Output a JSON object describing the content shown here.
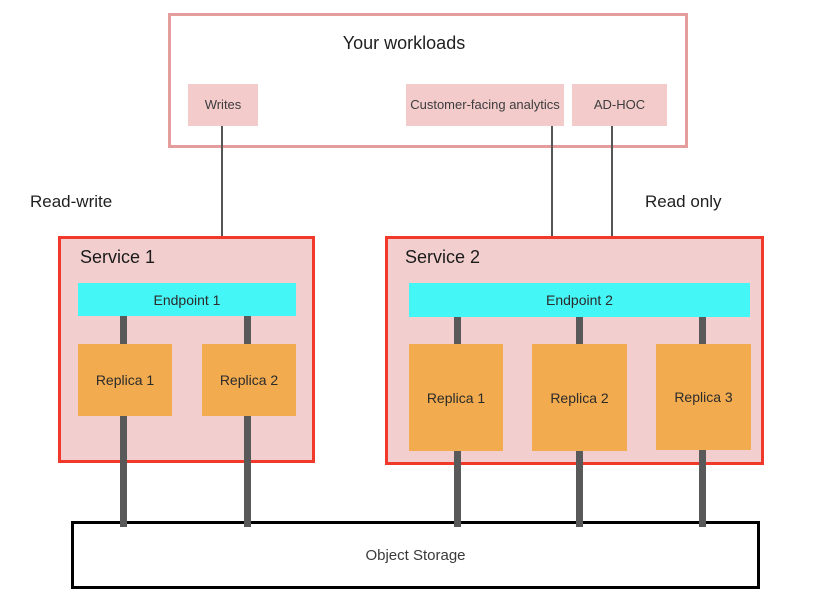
{
  "workloads": {
    "title": "Your workloads",
    "chips": [
      {
        "label": "Writes"
      },
      {
        "label": "Customer-facing analytics"
      },
      {
        "label": "AD-HOC"
      }
    ]
  },
  "side_labels": {
    "left": "Read-write",
    "right": "Read only"
  },
  "services": [
    {
      "name": "Service 1",
      "endpoint": "Endpoint 1",
      "replicas": [
        "Replica 1",
        "Replica 2"
      ]
    },
    {
      "name": "Service 2",
      "endpoint": "Endpoint 2",
      "replicas": [
        "Replica 1",
        "Replica 2",
        "Replica 3"
      ]
    }
  ],
  "storage": {
    "label": "Object Storage"
  },
  "icons": {
    "arrow_down": "down-arrow"
  },
  "colors": {
    "workloads_border": "#e59c9c",
    "chip_fill": "#f3cbcb",
    "service_fill": "#f2cfce",
    "service_border": "#f0392b",
    "endpoint_fill": "#45f6f6",
    "replica_fill": "#f2ac4f",
    "pipe_gray": "#595959",
    "arrow_gray": "#565656",
    "storage_border": "#000000",
    "text_dark": "#1f1f1f"
  }
}
